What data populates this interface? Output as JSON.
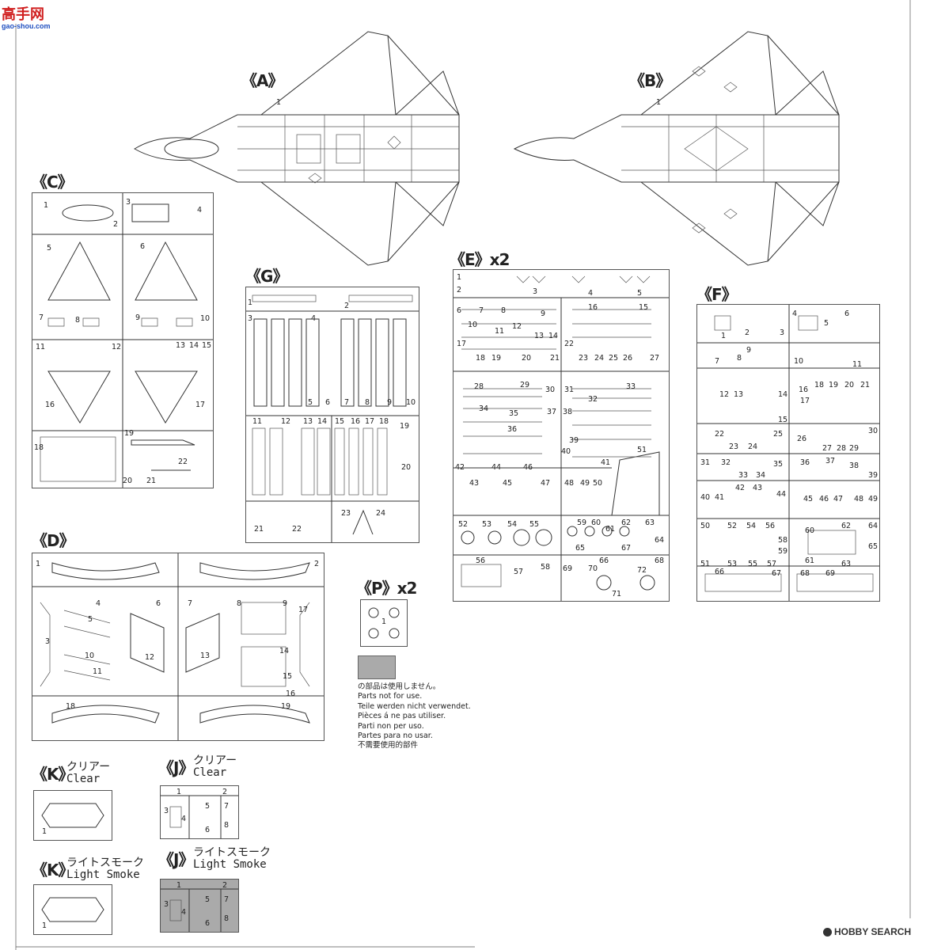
{
  "watermark": {
    "brand_cn": "高手网",
    "brand_url": "gao-shou.com"
  },
  "aircraft": {
    "top_label": "《A》",
    "bottom_label": "《B》",
    "part_num": "1"
  },
  "sprues": {
    "C": {
      "label": "《C》",
      "parts": [
        "1",
        "2",
        "3",
        "4",
        "5",
        "6",
        "7",
        "8",
        "9",
        "10",
        "11",
        "12",
        "13",
        "14",
        "15",
        "16",
        "17",
        "18",
        "19",
        "20",
        "21",
        "22"
      ]
    },
    "G": {
      "label": "《G》",
      "parts": [
        "1",
        "2",
        "3",
        "4",
        "5",
        "6",
        "7",
        "8",
        "9",
        "10",
        "11",
        "12",
        "13",
        "14",
        "15",
        "16",
        "17",
        "18",
        "19",
        "20",
        "21",
        "22",
        "23",
        "24"
      ]
    },
    "E": {
      "label": "《E》x2",
      "parts": [
        "1",
        "2",
        "3",
        "4",
        "5",
        "6",
        "7",
        "8",
        "9",
        "10",
        "11",
        "12",
        "13",
        "14",
        "15",
        "16",
        "17",
        "18",
        "19",
        "20",
        "21",
        "22",
        "23",
        "24",
        "25",
        "26",
        "27",
        "28",
        "29",
        "30",
        "31",
        "32",
        "33",
        "34",
        "35",
        "36",
        "37",
        "38",
        "39",
        "40",
        "41",
        "42",
        "43",
        "44",
        "45",
        "46",
        "47",
        "48",
        "49",
        "50",
        "51",
        "52",
        "53",
        "54",
        "55",
        "56",
        "57",
        "58",
        "59",
        "60",
        "61",
        "62",
        "63",
        "64",
        "65",
        "66",
        "67",
        "68",
        "69",
        "70",
        "71",
        "72"
      ]
    },
    "F": {
      "label": "《F》",
      "parts": [
        "1",
        "2",
        "3",
        "4",
        "5",
        "6",
        "7",
        "8",
        "9",
        "10",
        "11",
        "12",
        "13",
        "14",
        "15",
        "16",
        "17",
        "18",
        "19",
        "20",
        "21",
        "22",
        "23",
        "24",
        "25",
        "26",
        "27",
        "28",
        "29",
        "30",
        "31",
        "32",
        "33",
        "34",
        "35",
        "36",
        "37",
        "38",
        "39",
        "40",
        "41",
        "42",
        "43",
        "44",
        "45",
        "46",
        "47",
        "48",
        "49",
        "50",
        "51",
        "52",
        "53",
        "54",
        "55",
        "56",
        "57",
        "58",
        "59",
        "60",
        "61",
        "62",
        "63",
        "64",
        "65",
        "66",
        "67",
        "68",
        "69"
      ]
    },
    "D": {
      "label": "《D》",
      "parts": [
        "1",
        "2",
        "3",
        "4",
        "5",
        "6",
        "7",
        "8",
        "9",
        "10",
        "11",
        "12",
        "13",
        "14",
        "15",
        "16",
        "17",
        "18",
        "19"
      ]
    },
    "P": {
      "label": "《P》x2",
      "parts": [
        "1"
      ]
    },
    "K_clear": {
      "label": "《K》",
      "sub_jp": "クリアー",
      "sub_en": "Clear",
      "parts": [
        "1"
      ]
    },
    "J_clear": {
      "label": "《J》",
      "sub_jp": "クリアー",
      "sub_en": "Clear",
      "parts": [
        "1",
        "2",
        "3",
        "4",
        "5",
        "6",
        "7",
        "8"
      ]
    },
    "K_smoke": {
      "label": "《K》",
      "sub_jp": "ライトスモーク",
      "sub_en": "Light Smoke",
      "parts": [
        "1"
      ]
    },
    "J_smoke": {
      "label": "《J》",
      "sub_jp": "ライトスモーク",
      "sub_en": "Light Smoke",
      "parts": [
        "1",
        "2",
        "3",
        "4",
        "5",
        "6",
        "7",
        "8"
      ]
    }
  },
  "not_used_notes": [
    "の部品は使用しません。",
    "Parts not for use.",
    "Teile werden nicht verwendet.",
    "Pièces á ne pas utiliser.",
    "Parti non per uso.",
    "Partes para no usar.",
    "不需要使用的部件"
  ],
  "footer": {
    "brand": "HOBBY SEARCH"
  }
}
